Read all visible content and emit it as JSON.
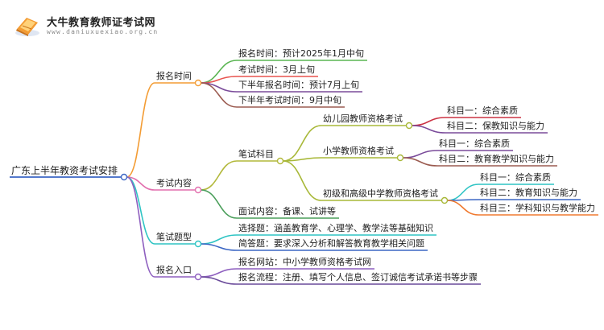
{
  "brand": {
    "title": "大牛教育教师证考试网",
    "url": "www.daniuxuexiao.org.cn"
  },
  "mindmap": {
    "root": "广东上半年教资考试安排",
    "branches": [
      {
        "label": "报名时间",
        "color": "#f39c34",
        "children": [
          {
            "label": "报名时间：预计2025年1月中旬",
            "color": "#5ab552"
          },
          {
            "label": "考试时间：3月上旬",
            "color": "#e8534e"
          },
          {
            "label": "下半年报名时间：预计7月上旬",
            "color": "#7a4b9a"
          },
          {
            "label": "下半年考试时间：9月中旬",
            "color": "#9b5b50"
          }
        ]
      },
      {
        "label": "考试内容",
        "color": "#e26fae",
        "children": [
          {
            "label": "笔试科目",
            "color": "#b2b83a",
            "children": [
              {
                "label": "幼儿园教师资格考试",
                "color": "#a8b838",
                "children": [
                  {
                    "label": "科目一：综合素质",
                    "color": "#cc3344"
                  },
                  {
                    "label": "科目二：保教知识与能力",
                    "color": "#7a4b9a"
                  }
                ]
              },
              {
                "label": "小学教师资格考试",
                "color": "#a8b838",
                "children": [
                  {
                    "label": "科目一：综合素质",
                    "color": "#7a4b9a"
                  },
                  {
                    "label": "科目二：教育教学知识与能力",
                    "color": "#9b5b50"
                  }
                ]
              },
              {
                "label": "初级和高级中学教师资格考试",
                "color": "#a8b838",
                "children": [
                  {
                    "label": "科目一：综合素质",
                    "color": "#2ec4c4"
                  },
                  {
                    "label": "科目二：教育知识与能力",
                    "color": "#3b66c4"
                  },
                  {
                    "label": "科目三：学科知识与教学能力",
                    "color": "#f07a30"
                  }
                ]
              }
            ]
          },
          {
            "label": "面试内容：备课、试讲等",
            "color": "#4a9e5a"
          }
        ]
      },
      {
        "label": "笔试题型",
        "color": "#2ec4c4",
        "children": [
          {
            "label": "选择题：涵盖教育学、心理学、教学法等基础知识",
            "color": "#2ec4c4"
          },
          {
            "label": "简答题：要求深入分析和解答教育教学相关问题",
            "color": "#3b66c4"
          }
        ]
      },
      {
        "label": "报名入口",
        "color": "#8e5fbf",
        "children": [
          {
            "label": "报名网站：中小学教师资格考试网",
            "color": "#8e5fbf"
          },
          {
            "label": "报名流程：注册、填写个人信息、签订诚信考试承诺书等步骤",
            "color": "#6a4a9a"
          }
        ]
      }
    ]
  }
}
